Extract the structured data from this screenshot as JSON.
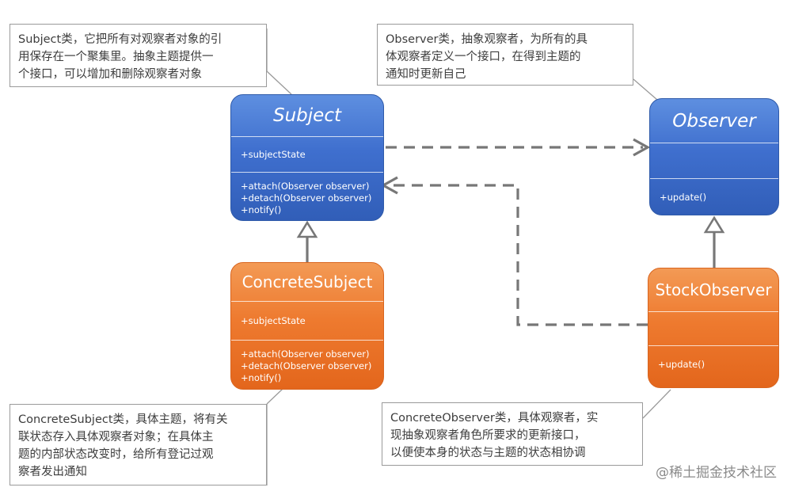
{
  "classes": {
    "subject": {
      "name": "Subject",
      "attributes": [
        "+subjectState"
      ],
      "operations": [
        "+attach(Observer observer)",
        "+detach(Observer observer)",
        "+notify()"
      ]
    },
    "observer": {
      "name": "Observer",
      "attributes": [],
      "operations": [
        "+update()"
      ]
    },
    "concrete_subject": {
      "name": "ConcreteSubject",
      "attributes": [
        "+subjectState"
      ],
      "operations": [
        "+attach(Observer observer)",
        "+detach(Observer observer)",
        "+notify()"
      ]
    },
    "stock_observer": {
      "name": "StockObserver",
      "attributes": [],
      "operations": [
        "+update()"
      ]
    }
  },
  "notes": {
    "subject": "Subject类，它把所有对观察者对象的引\n用保存在一个聚集里。抽象主题提供一\n个接口，可以增加和删除观察者对象",
    "observer": "Observer类，抽象观察者，为所有的具\n体观察者定义一个接口，在得到主题的\n通知时更新自己",
    "concrete_subject": "ConcreteSubject类，具体主题，将有关\n联状态存入具体观察者对象；在具体主\n题的内部状态改变时，给所有登记过观\n察者发出通知",
    "concrete_observer": "ConcreteObserver类，具体观察者，实\n现抽象观察者角色所要求的更新接口，\n以便使本身的状态与主题的状态相协调"
  },
  "watermark": "@稀土掘金技术社区",
  "colors": {
    "abstract_fill": "#3f6fce",
    "concrete_fill": "#ee7a2f",
    "line": "#777777"
  },
  "relations": [
    {
      "from": "subject",
      "to": "observer",
      "type": "dependency"
    },
    {
      "from": "stock_observer",
      "to": "subject",
      "type": "dependency"
    },
    {
      "from": "concrete_subject",
      "to": "subject",
      "type": "generalization"
    },
    {
      "from": "stock_observer",
      "to": "observer",
      "type": "generalization"
    }
  ]
}
